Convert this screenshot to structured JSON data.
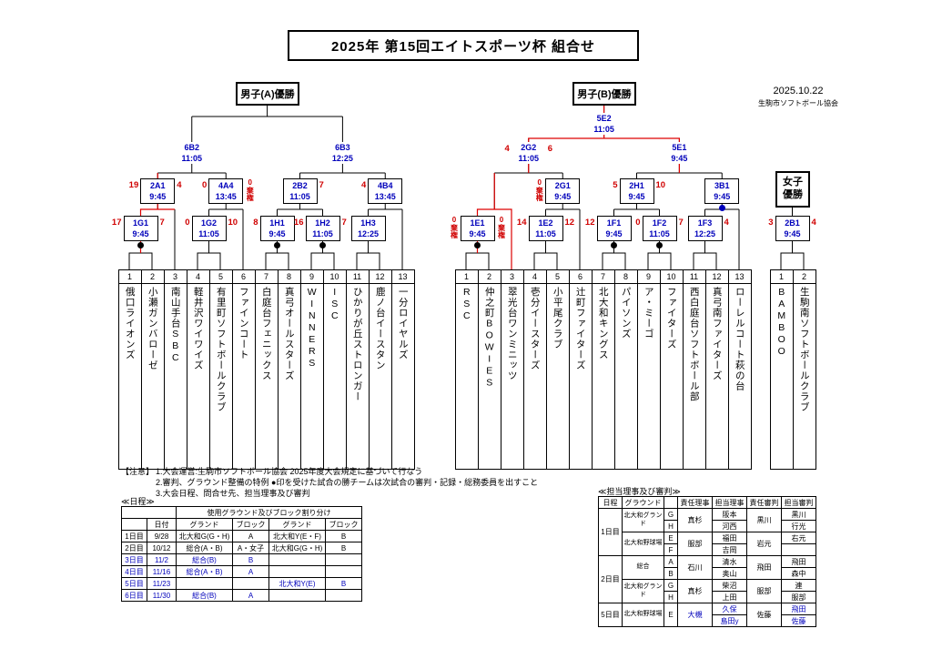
{
  "title": "2025年 第15回エイトスポーツ杯 組合せ",
  "header_right": {
    "date": "2025.10.22",
    "organization": "生駒市ソフトボール協会"
  },
  "colors": {
    "accent_blue": "#0000bb",
    "score_red": "#d00000"
  },
  "bracket_a": {
    "champion_label": "男子(A)優勝",
    "teams": [
      "俄口ライオンズ",
      "小瀬ガンバローゼ",
      "南山手台SBC",
      "軽井沢ワイワイズ",
      "有里町ソフトボールクラブ",
      "ファインコート",
      "白庭台フェニックス",
      "真弓オールスターズ",
      "WINNERS",
      "ISC",
      "ひかりが丘ストロンガー",
      "鹿ノ台イースタン",
      "一分ロイヤルズ"
    ],
    "matches": [
      {
        "id": "1G1",
        "time": "9:45",
        "score_left": "17",
        "score_right": "7",
        "dot": "black"
      },
      {
        "id": "1G2",
        "time": "11:05",
        "score_left": "0",
        "score_right": "10",
        "dot": ""
      },
      {
        "id": "1H1",
        "time": "9:45",
        "score_left": "8",
        "score_right": "",
        "dot": "black"
      },
      {
        "id": "1H2",
        "time": "11:05",
        "score_left": "16",
        "score_right": "7",
        "dot": "black"
      },
      {
        "id": "1H3",
        "time": "12:25",
        "score_left": "",
        "score_right": "",
        "dot": ""
      },
      {
        "id": "2A1",
        "time": "9:45",
        "score_left": "19",
        "score_right": "4",
        "dot": ""
      },
      {
        "id": "4A4",
        "time": "13:45",
        "score_left": "0",
        "score_right": "0棄権",
        "dot": ""
      },
      {
        "id": "2B2",
        "time": "11:05",
        "score_left": "",
        "score_right": "7",
        "dot": ""
      },
      {
        "id": "4B4",
        "time": "13:45",
        "score_left": "4",
        "score_right": "",
        "dot": ""
      },
      {
        "id": "6B2",
        "time": "11:05",
        "score_left": "",
        "score_right": "",
        "dot": ""
      },
      {
        "id": "6B3",
        "time": "12:25",
        "score_left": "",
        "score_right": "",
        "dot": ""
      }
    ]
  },
  "bracket_b": {
    "champion_label": "男子(B)優勝",
    "teams": [
      "RSC",
      "仲之町BOWIES",
      "翠光台ワンミニッツ",
      "壱分イースターズ",
      "小平尾クラブ",
      "辻町ファイターズ",
      "北大和キングス",
      "パイソンズ",
      "ア・ミーゴ",
      "ファイターズ",
      "西白庭台ソフトボール部",
      "真弓南ファイターズ",
      "ローレルコート萩の台"
    ],
    "matches": [
      {
        "id": "1E1",
        "time": "9:45",
        "score_left": "0棄権",
        "score_right": "0棄権",
        "dot": "black"
      },
      {
        "id": "1E2",
        "time": "11:05",
        "score_left": "14",
        "score_right": "12",
        "dot": ""
      },
      {
        "id": "1F1",
        "time": "9:45",
        "score_left": "12",
        "score_right": "",
        "dot": "black"
      },
      {
        "id": "1F2",
        "time": "11:05",
        "score_left": "0",
        "score_right": "7",
        "dot": "black"
      },
      {
        "id": "1F3",
        "time": "12:25",
        "score_left": "",
        "score_right": "4",
        "dot": ""
      },
      {
        "id": "2G1",
        "time": "9:45",
        "score_left": "0棄権",
        "score_right": "",
        "dot": ""
      },
      {
        "id": "2H1",
        "time": "9:45",
        "score_left": "5",
        "score_right": "10",
        "dot": ""
      },
      {
        "id": "3B1",
        "time": "9:45",
        "score_left": "",
        "score_right": "",
        "dot": "blue"
      },
      {
        "id": "2G2",
        "time": "11:05",
        "score_left": "4",
        "score_right": "6",
        "dot": ""
      },
      {
        "id": "5E1",
        "time": "9:45",
        "score_left": "",
        "score_right": "",
        "dot": ""
      },
      {
        "id": "5E2",
        "time": "11:05",
        "score_left": "",
        "score_right": "",
        "dot": ""
      }
    ]
  },
  "womens": {
    "champion_label_lines": [
      "女子",
      "優勝"
    ],
    "teams": [
      "BAMBOO",
      "生駒南ソフトボールクラブ"
    ],
    "matches": [
      {
        "id": "2B1",
        "time": "9:45",
        "score_left": "3",
        "score_right": "4",
        "dot": ""
      }
    ]
  },
  "notes": {
    "label": "【注意】",
    "lines": [
      "1.大会運営:生駒市ソフトボール協会 2025年度大会規定に基づいて行なう",
      "2.審判、グラウンド整備の特例  ●印を受けた試合の勝チームは次試合の審判・記録・総務委員を出すこと",
      "3.大会日程、問合せ先、担当理事及び審判"
    ]
  },
  "schedule_table": {
    "label": "≪日程≫",
    "merged_header": "使用グラウンド及びブロック割り分け",
    "col_headers": [
      "",
      "日付",
      "グランド",
      "ブロック",
      "グランド",
      "ブロック"
    ],
    "rows": [
      {
        "cells": [
          "1日目",
          "9/28",
          "北大和G(G・H)",
          "A",
          "北大和Y(E・F)",
          "B"
        ],
        "blue": false
      },
      {
        "cells": [
          "2日目",
          "10/12",
          "総合(A・B)",
          "A・女子",
          "北大和G(G・H)",
          "B"
        ],
        "blue": false
      },
      {
        "cells": [
          "3日目",
          "11/2",
          "総合(B)",
          "B",
          "",
          ""
        ],
        "blue": true
      },
      {
        "cells": [
          "4日目",
          "11/16",
          "総合(A・B)",
          "A",
          "",
          ""
        ],
        "blue": true
      },
      {
        "cells": [
          "5日目",
          "11/23",
          "",
          "",
          "北大和Y(E)",
          "B"
        ],
        "blue": true
      },
      {
        "cells": [
          "6日目",
          "11/30",
          "総合(B)",
          "A",
          "",
          ""
        ],
        "blue": true
      }
    ]
  },
  "referee_table": {
    "label": "≪担当理事及び審判≫",
    "headers": [
      "日程",
      "グラウンド",
      "",
      "責任理事",
      "担当理事",
      "責任審判",
      "担当審判"
    ],
    "blocks": [
      {
        "day": "1日目",
        "ground": "北大和グランド",
        "sekinin_riji": "真杉",
        "sekinin_shinpan": "黒川",
        "rows": [
          {
            "sub": "G",
            "riji": "阪本",
            "shinpan": "黒川"
          },
          {
            "sub": "H",
            "riji": "河西",
            "shinpan": "行光"
          }
        ]
      },
      {
        "ground": "北大和野球場",
        "sekinin_riji": "服部",
        "sekinin_shinpan": "岩元",
        "rows": [
          {
            "sub": "E",
            "riji": "福田",
            "shinpan": "右元"
          },
          {
            "sub": "F",
            "riji": "吉岡",
            "shinpan": ""
          }
        ]
      },
      {
        "day": "2日目",
        "ground": "総合",
        "sekinin_riji": "石川",
        "sekinin_shinpan": "飛田",
        "rows": [
          {
            "sub": "A",
            "riji": "清水",
            "shinpan": "飛田"
          },
          {
            "sub": "B",
            "riji": "奥山",
            "shinpan": "森中"
          }
        ]
      },
      {
        "ground": "北大和グランド",
        "sekinin_riji": "真杉",
        "sekinin_shinpan": "服部",
        "rows": [
          {
            "sub": "G",
            "riji": "柴沼",
            "shinpan": "連"
          },
          {
            "sub": "H",
            "riji": "上田",
            "shinpan": "服部"
          }
        ]
      },
      {
        "day": "5日目",
        "ground": "北大和野球場",
        "sekinin_riji": "大槻",
        "sekinin_shinpan": "佐藤",
        "rows": [
          {
            "sub": "E",
            "riji": "久保",
            "shinpan": "飛田"
          },
          {
            "sub": "",
            "riji": "島田y",
            "shinpan": "佐藤"
          }
        ]
      }
    ]
  }
}
